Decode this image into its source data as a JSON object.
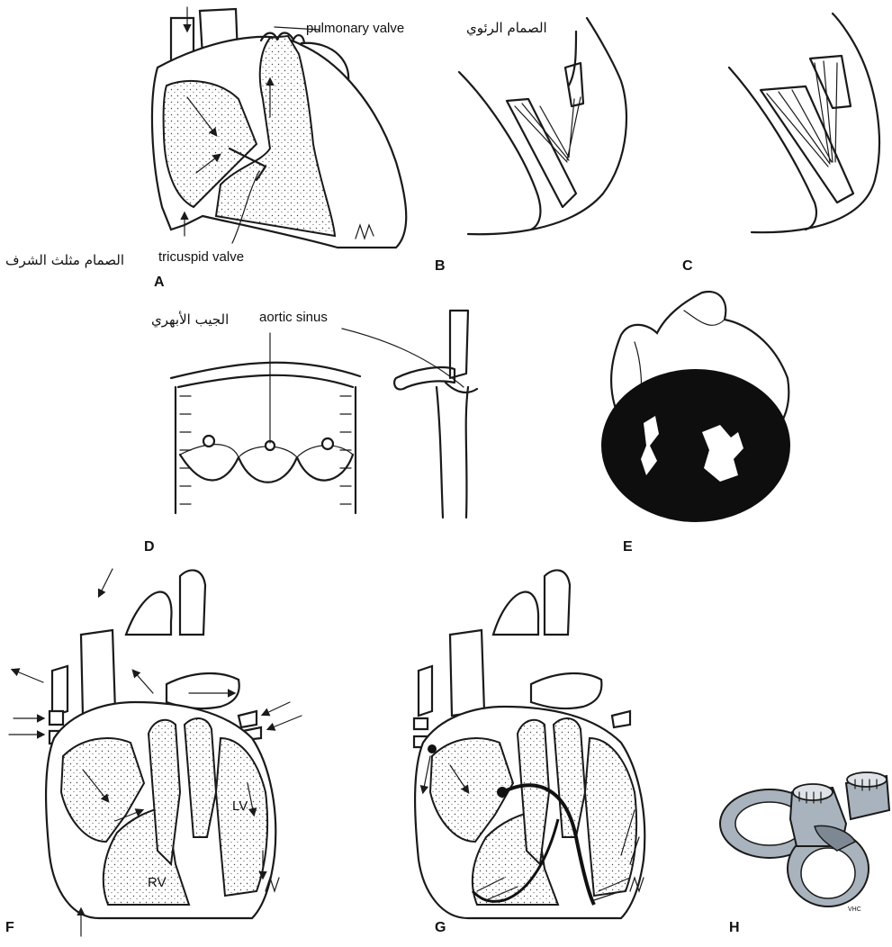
{
  "panels": {
    "A": {
      "letter": "A",
      "label_pulmonary": "pulmonary valve",
      "label_pulmonary_ar": "الصمام الرئوي",
      "label_tricuspid": "tricuspid valve",
      "label_tricuspid_ar": "الصمام مثلث الشرف"
    },
    "B": {
      "letter": "B"
    },
    "C": {
      "letter": "C"
    },
    "D": {
      "letter": "D",
      "label_aortic": "aortic sinus",
      "label_aortic_ar": "الجيب الأبهري"
    },
    "E": {
      "letter": "E"
    },
    "F": {
      "letter": "F",
      "label_rv": "RV",
      "label_lv": "LV"
    },
    "G": {
      "letter": "G"
    },
    "H": {
      "letter": "H",
      "signature": "VHC"
    }
  },
  "colors": {
    "ink": "#1a1a1a",
    "ring_fill": "#a9b3bd",
    "paper": "#ffffff"
  }
}
